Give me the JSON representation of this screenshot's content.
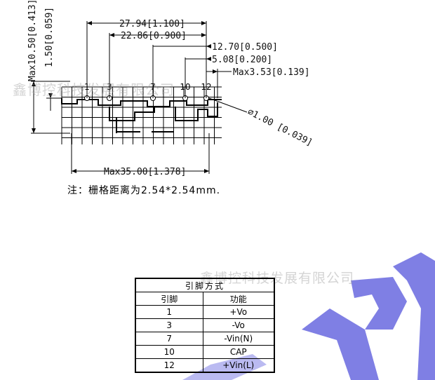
{
  "dimensions": {
    "pitch_total": "27.94[1.100]",
    "pitch_1_7": "22.86[0.900]",
    "pitch_7_12": "12.70[0.500]",
    "pitch_10_12": "5.08[0.200]",
    "max_offset": "Max3.53[0.139]",
    "max_height": "Max10.50[0.413]",
    "pin_length": "1.50[0.059]",
    "pin_diameter": "∅1.00 [0.039]",
    "max_length": "Max35.00[1.378]"
  },
  "pin_labels": [
    "1",
    "3",
    "7",
    "10",
    "12"
  ],
  "note": "注：栅格距离为2.54*2.54mm.",
  "watermark": "鑫博控科技发展有限公司",
  "pin_table": {
    "caption": "引脚方式",
    "headers": [
      "引脚",
      "功能"
    ],
    "rows": [
      [
        "1",
        "+Vo"
      ],
      [
        "3",
        "-Vo"
      ],
      [
        "7",
        "-Vin(N)"
      ],
      [
        "10",
        "CAP"
      ],
      [
        "12",
        "+Vin(L)"
      ]
    ]
  },
  "colors": {
    "watermark_blue": "#3a3ad6",
    "grid": "#000000"
  }
}
